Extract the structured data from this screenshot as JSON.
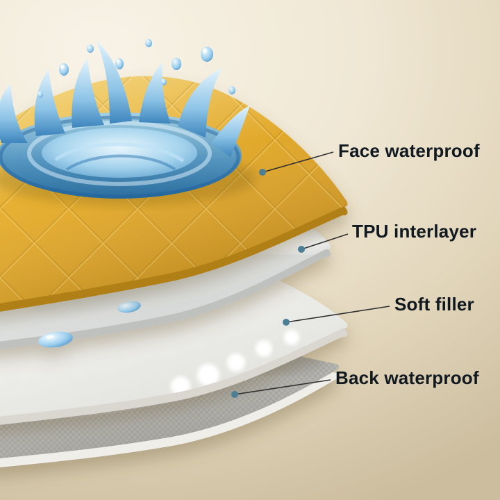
{
  "callouts": [
    {
      "label": "Face waterproof"
    },
    {
      "label": "TPU interlayer"
    },
    {
      "label": "Soft filler"
    },
    {
      "label": "Back waterproof"
    }
  ],
  "colors": {
    "label_text": "#101820",
    "leader_line": "#2f2f2f",
    "marker": "#4b7f95",
    "face_layer_gold": "#e3ab2d",
    "tpu_layer_gray": "#e8eaea",
    "soft_filler_white": "#f6f6f3",
    "back_layer_gray": "#b5b5b2",
    "water_blue": "#3a86c0",
    "background_beige": "#e9dfc9"
  }
}
